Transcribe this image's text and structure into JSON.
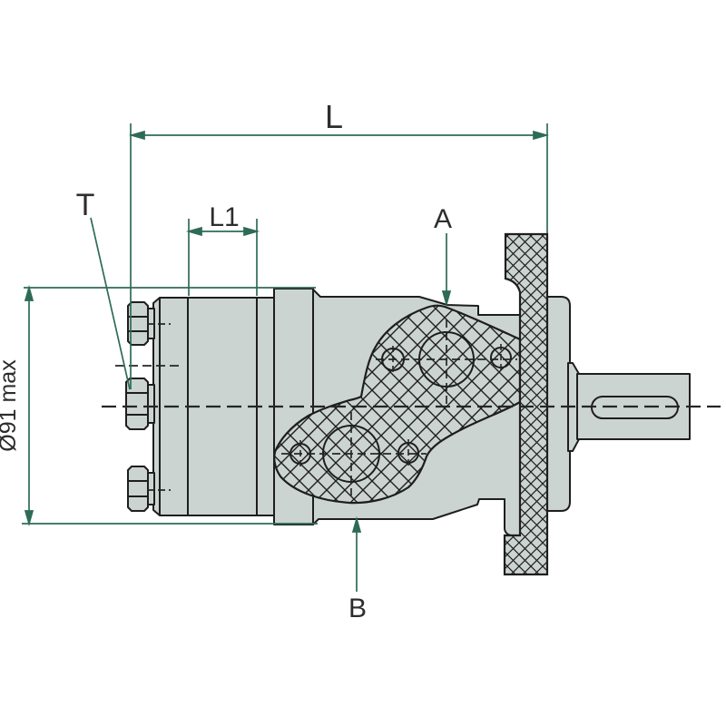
{
  "drawing": {
    "type": "hydraulic-motor-dimensional-drawing",
    "labels": {
      "overall_length": "L",
      "section_length": "L1",
      "port_t": "T",
      "port_a": "A",
      "port_b": "B",
      "max_diameter": "Ø91 max"
    },
    "colors": {
      "dimension_line": "#2e6b56",
      "outline": "#1e1e1e",
      "body_fill": "#cbd4d0",
      "background": "#ffffff",
      "label_text": "#2d2d2d"
    }
  }
}
